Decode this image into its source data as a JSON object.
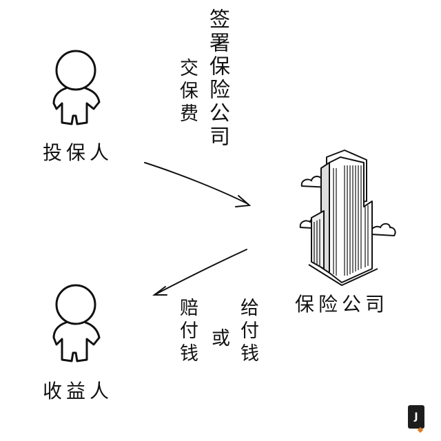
{
  "nodes": {
    "policyholder": "投保人",
    "beneficiary": "收益人",
    "insurer": "保险公司"
  },
  "flows": {
    "to_insurer_col1": "交保费",
    "to_insurer_col2": "签署保险公司",
    "to_beneficiary_col1": "赔付钱",
    "to_beneficiary_or": "或",
    "to_beneficiary_col2": "给付钱"
  },
  "badge": {
    "letter": "J"
  },
  "colors": {
    "ink": "#111111",
    "background": "#ffffff",
    "badge": "#1d1d1d",
    "badge_accent": "#e07a1f"
  },
  "icons": [
    "person-icon",
    "person-icon",
    "building-icon",
    "cloud-icon",
    "arrow-right-down-icon",
    "arrow-left-down-icon"
  ]
}
